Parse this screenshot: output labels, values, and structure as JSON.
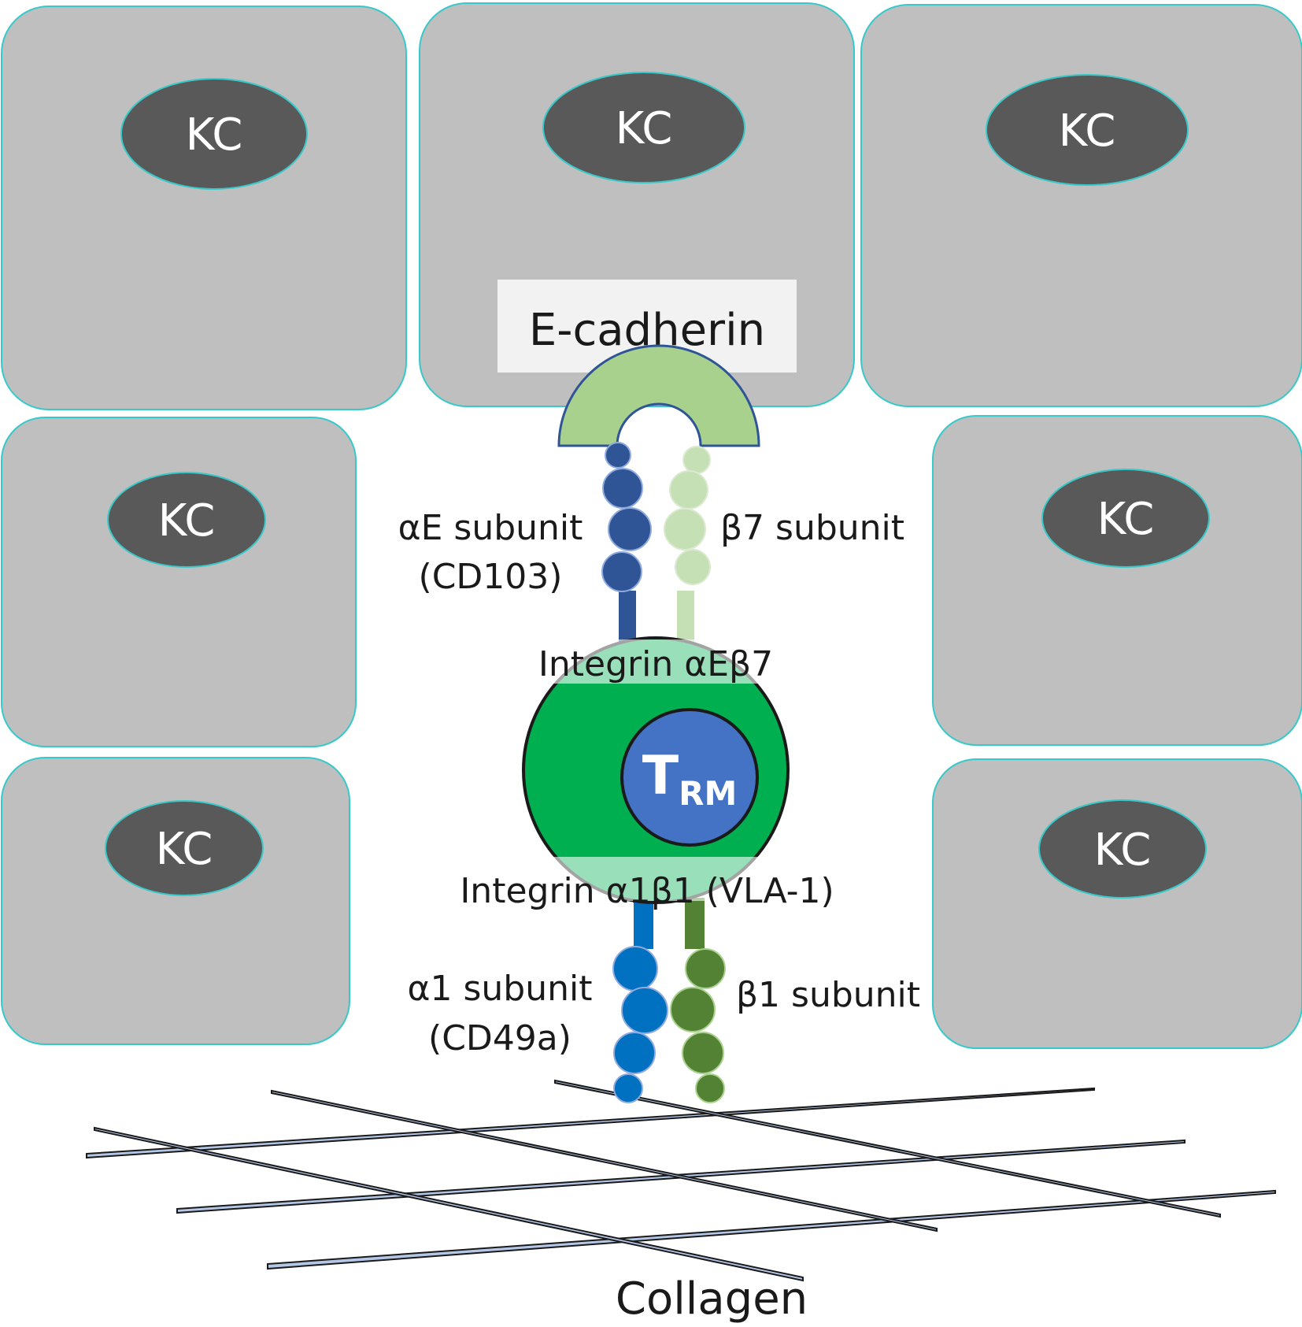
{
  "keratinocyte_label": "KC",
  "labels": {
    "e_cadherin": "E-cadherin",
    "alpha_e_subunit": "αE subunit",
    "alpha_e_cd": "(CD103)",
    "beta7_subunit": "β7 subunit",
    "integrin_ae_b7": "Integrin αEβ7",
    "trm_main": "T",
    "trm_sub": "RM",
    "integrin_a1_b1": "Integrin α1β1 (VLA-1)",
    "alpha1_subunit": "α1 subunit",
    "alpha1_cd": "(CD49a)",
    "beta1_subunit": "β1 subunit",
    "collagen": "Collagen"
  },
  "colors": {
    "cell_fill": "#bfbfbf",
    "cell_outline": "#37c9c9",
    "nucleus_fill": "#595959",
    "e_cadherin_green": "#a9d18e",
    "alpha_e_blue": "#2f5597",
    "beta7_light_green": "#c5e0b4",
    "trm_outer_green": "#00b050",
    "trm_nucleus_blue": "#4472c4",
    "alpha1_blue": "#0070c0",
    "beta1_dark_green": "#548235",
    "collagen_fiber": "#b4c7e7"
  }
}
